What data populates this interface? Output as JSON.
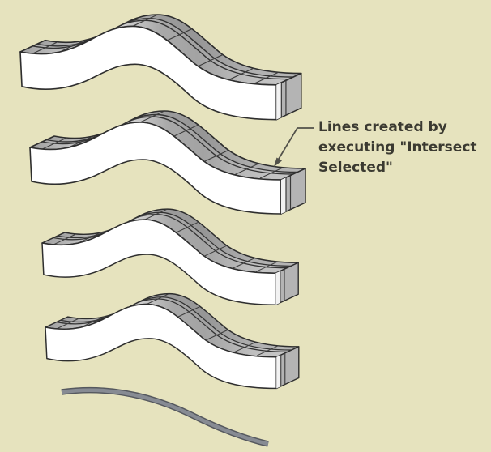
{
  "figure": {
    "background_color": "#e6e3be",
    "objects": [
      {
        "name": "wave-slab-1"
      },
      {
        "name": "wave-slab-2"
      },
      {
        "name": "wave-slab-3"
      },
      {
        "name": "wave-slab-4"
      },
      {
        "name": "swept-curve"
      }
    ],
    "slab_count": 4,
    "slab_face_color": "#ffffff",
    "slab_top_light": "#d8d8d8",
    "slab_top_dark": "#9e9e9e",
    "edge_color": "#2e2e2e",
    "curve_color": "#878b93",
    "curve_edge_color": "#55585e"
  },
  "annotation": {
    "text": "Lines created by\nexecuting \"Intersect\nSelected\"",
    "text_color": "#3b3a31",
    "leader_color": "#52514a",
    "arrow_icon": "arrowhead"
  }
}
